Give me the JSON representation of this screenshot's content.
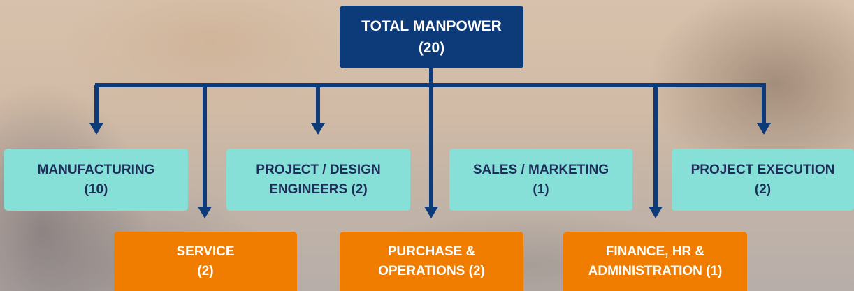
{
  "colors": {
    "root_bg": "#0d3a78",
    "connector": "#0d3a78",
    "teal_bg": "#86e0d8",
    "teal_text": "#1e2d59",
    "orange_bg": "#f07d00",
    "orange_text": "#ffffff"
  },
  "org": {
    "root": {
      "label": "TOTAL MANPOWER\n(20)"
    },
    "departments": [
      {
        "key": "manufacturing",
        "label": "MANUFACTURING\n(10)",
        "tier": "top"
      },
      {
        "key": "service",
        "label": "SERVICE\n(2)",
        "tier": "bottom"
      },
      {
        "key": "project-design",
        "label": "PROJECT / DESIGN\nENGINEERS (2)",
        "tier": "top"
      },
      {
        "key": "purchase-operations",
        "label": "PURCHASE &\nOPERATIONS (2)",
        "tier": "bottom"
      },
      {
        "key": "sales-marketing",
        "label": "SALES / MARKETING\n(1)",
        "tier": "top"
      },
      {
        "key": "finance-hr-admin",
        "label": "FINANCE, HR &\nADMINISTRATION (1)",
        "tier": "bottom"
      },
      {
        "key": "project-execution",
        "label": "PROJECT EXECUTION\n(2)",
        "tier": "top"
      }
    ]
  }
}
